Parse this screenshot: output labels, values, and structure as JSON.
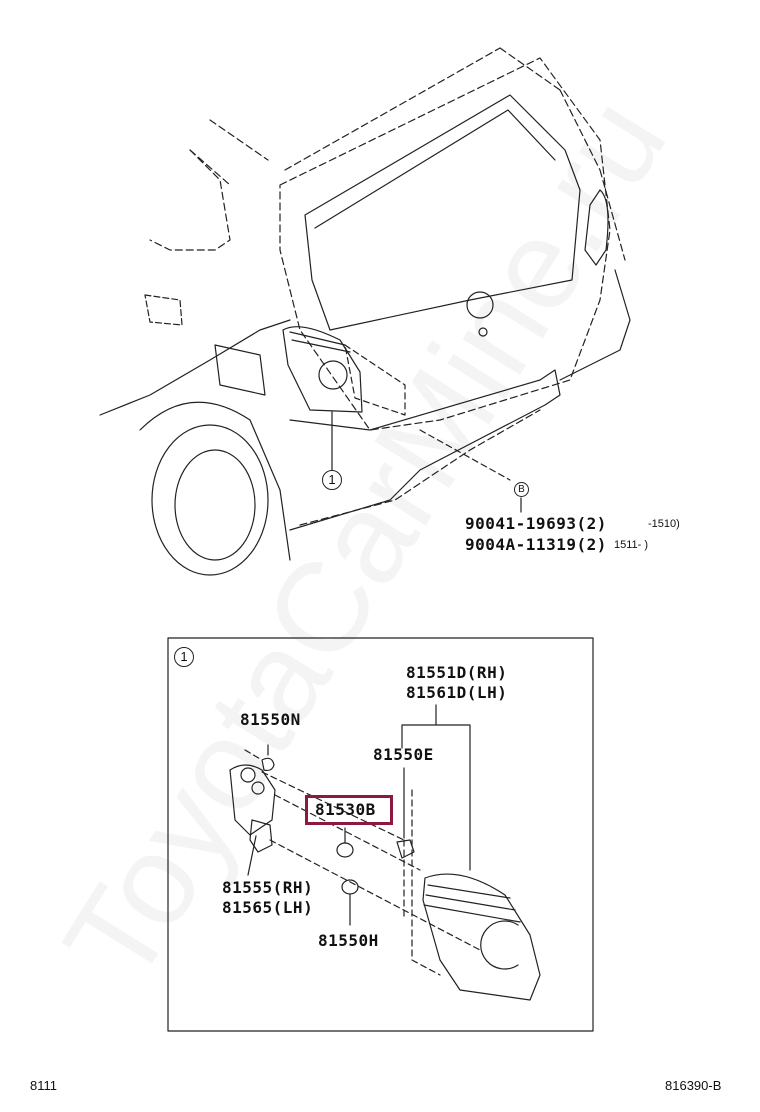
{
  "diagram": {
    "callout_ref": "1",
    "callout_b": "B",
    "parts_top": [
      {
        "number": "90041-19693(2)",
        "note": "-1510)"
      },
      {
        "number": "9004A-11319(2)",
        "note": "1511-    )"
      }
    ],
    "detail": {
      "ref": "1",
      "labels": {
        "lens_rh": "81551D(RH)",
        "lens_lh": "81561D(LH)",
        "bulb_n": "81550N",
        "bulb_e": "81550E",
        "highlighted": "81530B",
        "socket_rh": "81555(RH)",
        "socket_lh": "81565(LH)",
        "bulb_h": "81550H"
      },
      "highlight_color": "#8b1a3e"
    },
    "footer_left": "8111",
    "footer_right": "816390-B",
    "watermark": "ToyotaCarMine.ru"
  }
}
